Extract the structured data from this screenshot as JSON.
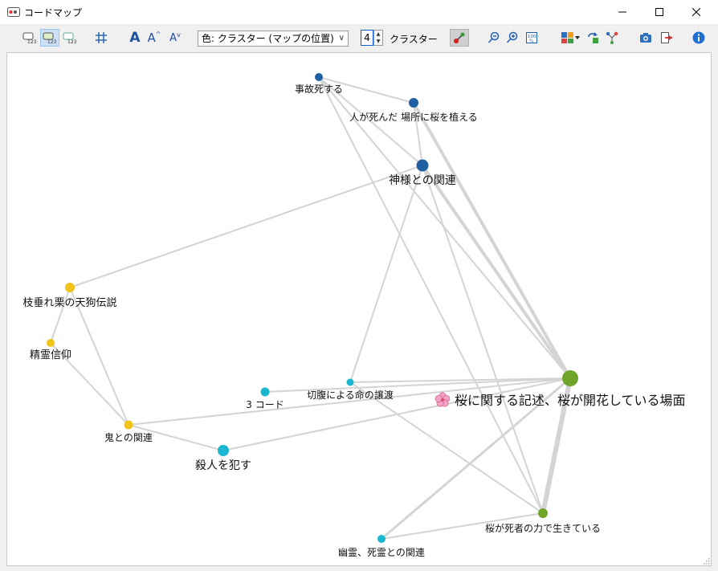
{
  "window": {
    "title": "コードマップ",
    "minimize_icon": "minimize-icon",
    "maximize_icon": "maximize-icon",
    "close_icon": "close-icon"
  },
  "toolbar": {
    "color_select": "色: クラスター (マップの位置)",
    "cluster_count": "4",
    "cluster_label": "クラスター",
    "grid_icon": "grid-icon",
    "font_icons": [
      "A",
      "A",
      "A"
    ],
    "zoom_icons": [
      "zoom-out-icon",
      "zoom-in-icon",
      "zoom-100-icon"
    ],
    "right_icons": [
      "layout-icon",
      "export-icon",
      "tree-icon",
      "camera-icon",
      "exit-icon",
      "info-icon"
    ]
  },
  "colors": {
    "blue": "#2160a0",
    "yellow": "#f0c419",
    "cyan": "#1ab8d0",
    "green": "#6ea52a",
    "edge": "#d4d4d4"
  },
  "map": {
    "nodes": [
      {
        "id": "jiko",
        "label": "事故死する",
        "cluster": "blue"
      },
      {
        "id": "hito",
        "label": "人が死んだ 場所に桜を植える",
        "cluster": "blue"
      },
      {
        "id": "kami",
        "label": "神様との関連",
        "cluster": "blue"
      },
      {
        "id": "shidare",
        "label": "枝垂れ栗の天狗伝説",
        "cluster": "yellow"
      },
      {
        "id": "seirei",
        "label": "精霊信仰",
        "cluster": "yellow"
      },
      {
        "id": "oni",
        "label": "鬼との関連",
        "cluster": "yellow"
      },
      {
        "id": "code3",
        "label": "3 コード",
        "cluster": "cyan"
      },
      {
        "id": "seppuku",
        "label": "切腹による命の譲渡",
        "cluster": "cyan"
      },
      {
        "id": "satsujin",
        "label": "殺人を犯す",
        "cluster": "cyan"
      },
      {
        "id": "yurei",
        "label": "幽霊、死霊との関連",
        "cluster": "cyan"
      },
      {
        "id": "sakura",
        "label": "桜に関する記述、桜が開花している場面",
        "cluster": "green"
      },
      {
        "id": "shisha",
        "label": "桜が死者の力で生きている",
        "cluster": "green"
      }
    ]
  }
}
